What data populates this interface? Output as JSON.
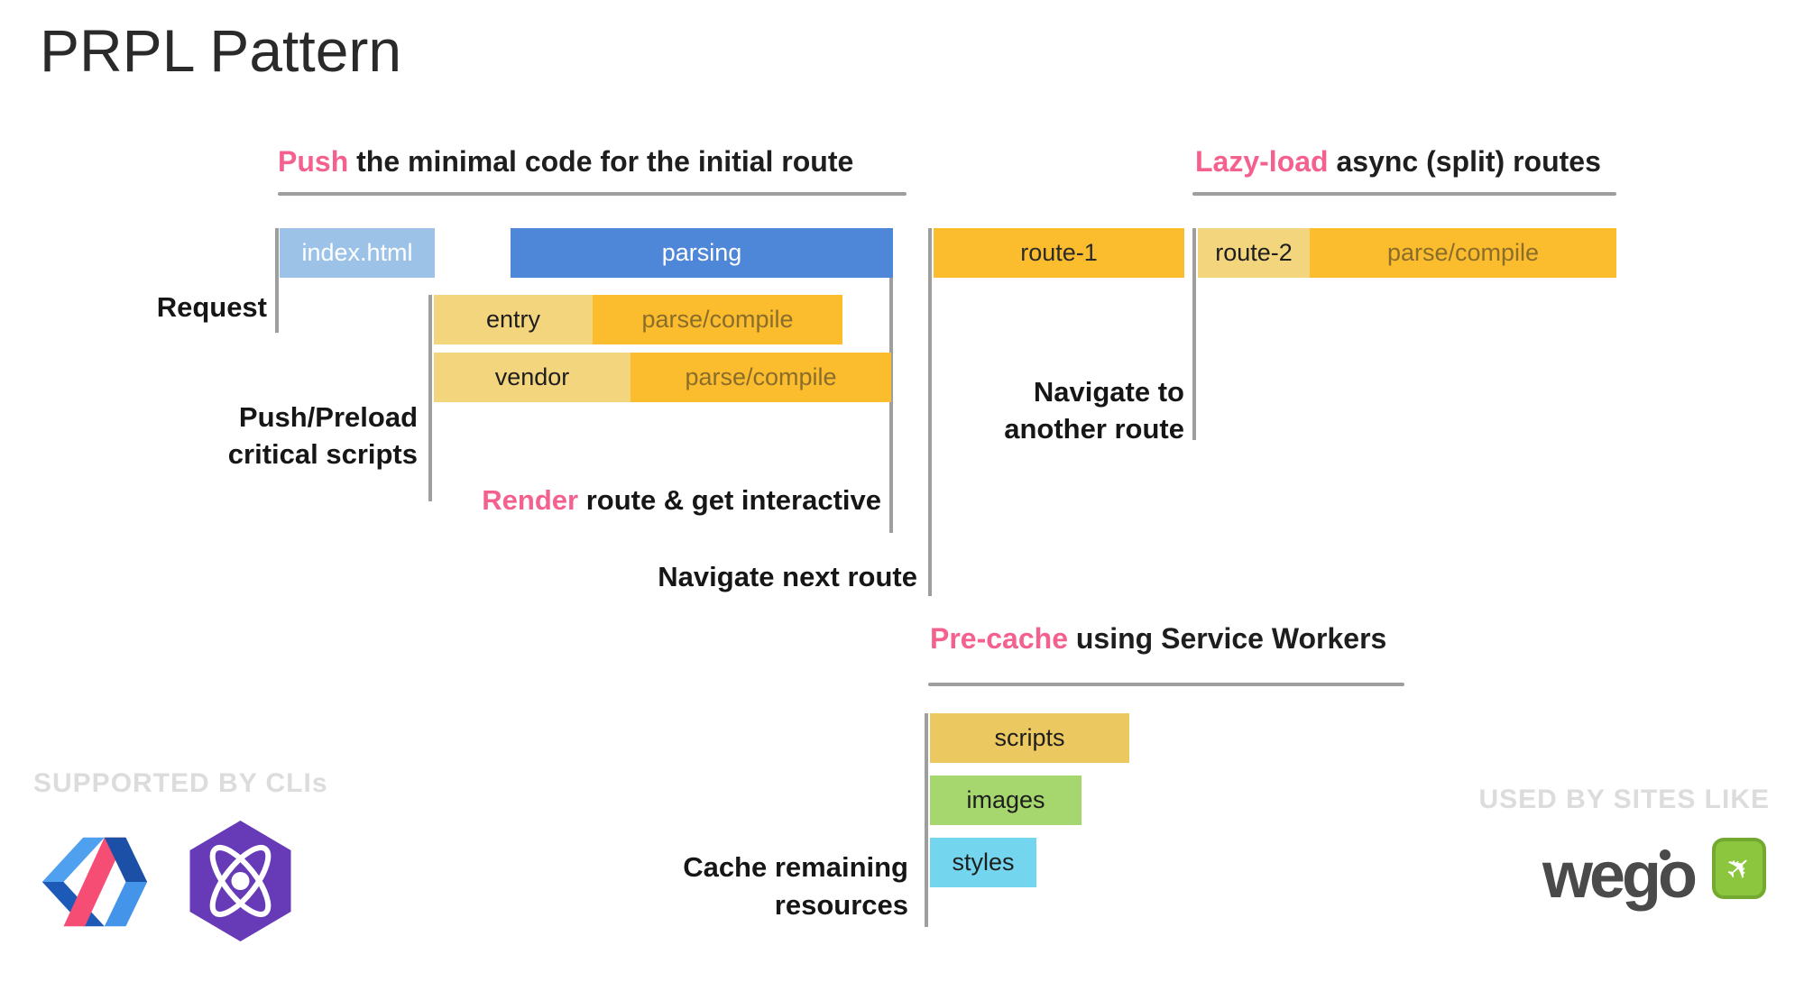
{
  "title": "PRPL Pattern",
  "colors": {
    "pink": "#F4618E",
    "ink": "#1E1E1E",
    "line-gray": "#9E9E9E",
    "light-blue": "#9CC2E8",
    "blue": "#4E86D8",
    "orange": "#FBBC2E",
    "light-yellow": "#F3D57D",
    "parse-text": "#8A6D2B",
    "gold": "#EBC860",
    "green": "#A6D66E",
    "cyan": "#74D5EF",
    "muted": "#DCDCDC",
    "wego-dark": "#4A4A4A",
    "wego-green": "#8CC63E",
    "wego-green-dark": "#74A92F",
    "preact-purple": "#673AB8"
  },
  "headers": {
    "push": {
      "highlight": "Push",
      "rest": " the minimal code for the initial route"
    },
    "lazy": {
      "highlight": "Lazy-load",
      "rest": " async (split) routes"
    },
    "precache": {
      "highlight": "Pre-cache",
      "rest": " using Service Workers"
    },
    "render": {
      "highlight": "Render",
      "rest": " route & get interactive"
    }
  },
  "labels": {
    "request": "Request",
    "push_preload": {
      "line1": "Push/Preload",
      "line2": "critical scripts"
    },
    "navigate_next": "Navigate next route",
    "navigate_another": {
      "line1": "Navigate to",
      "line2": "another route"
    },
    "cache_remaining": {
      "line1": "Cache remaining",
      "line2": "resources"
    }
  },
  "bars": {
    "index_html": "index.html",
    "parsing": "parsing",
    "entry": "entry",
    "entry_parse": "parse/compile",
    "vendor": "vendor",
    "vendor_parse": "parse/compile",
    "route1": "route-1",
    "route2": "route-2",
    "route2_parse": "parse/compile",
    "scripts": "scripts",
    "images": "images",
    "styles": "styles"
  },
  "footer": {
    "supported_by": "SUPPORTED BY CLIs",
    "used_by": "USED BY SITES LIKE",
    "wego": "wego"
  }
}
